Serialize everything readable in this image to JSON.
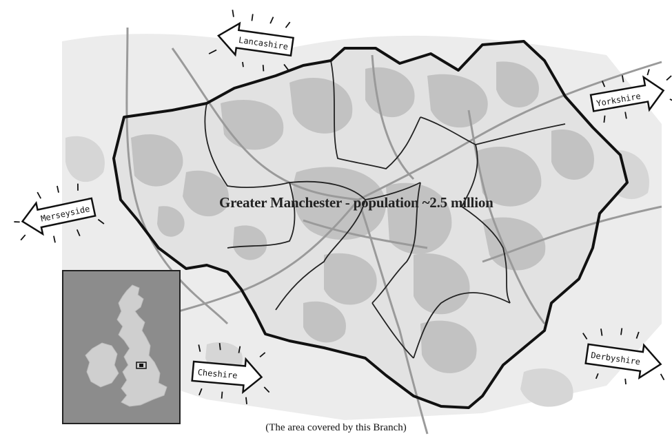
{
  "map": {
    "title": "Greater Manchester - population ~2.5 million",
    "caption": "(The area covered by this Branch)"
  },
  "neighbours": {
    "lancashire": "Lancashire",
    "yorkshire": "Yorkshire",
    "merseyside": "Merseyside",
    "cheshire": "Cheshire",
    "derbyshire": "Derbyshire"
  },
  "inset": {
    "description_icon": "uk-locator-map"
  },
  "colors": {
    "urban": "#c2c2c2",
    "background": "#e6e6e6",
    "boundary": "#111111",
    "roads": "#9a9a9a",
    "inset_sea": "#8c8c8c",
    "inset_land": "#cfcfcf"
  }
}
